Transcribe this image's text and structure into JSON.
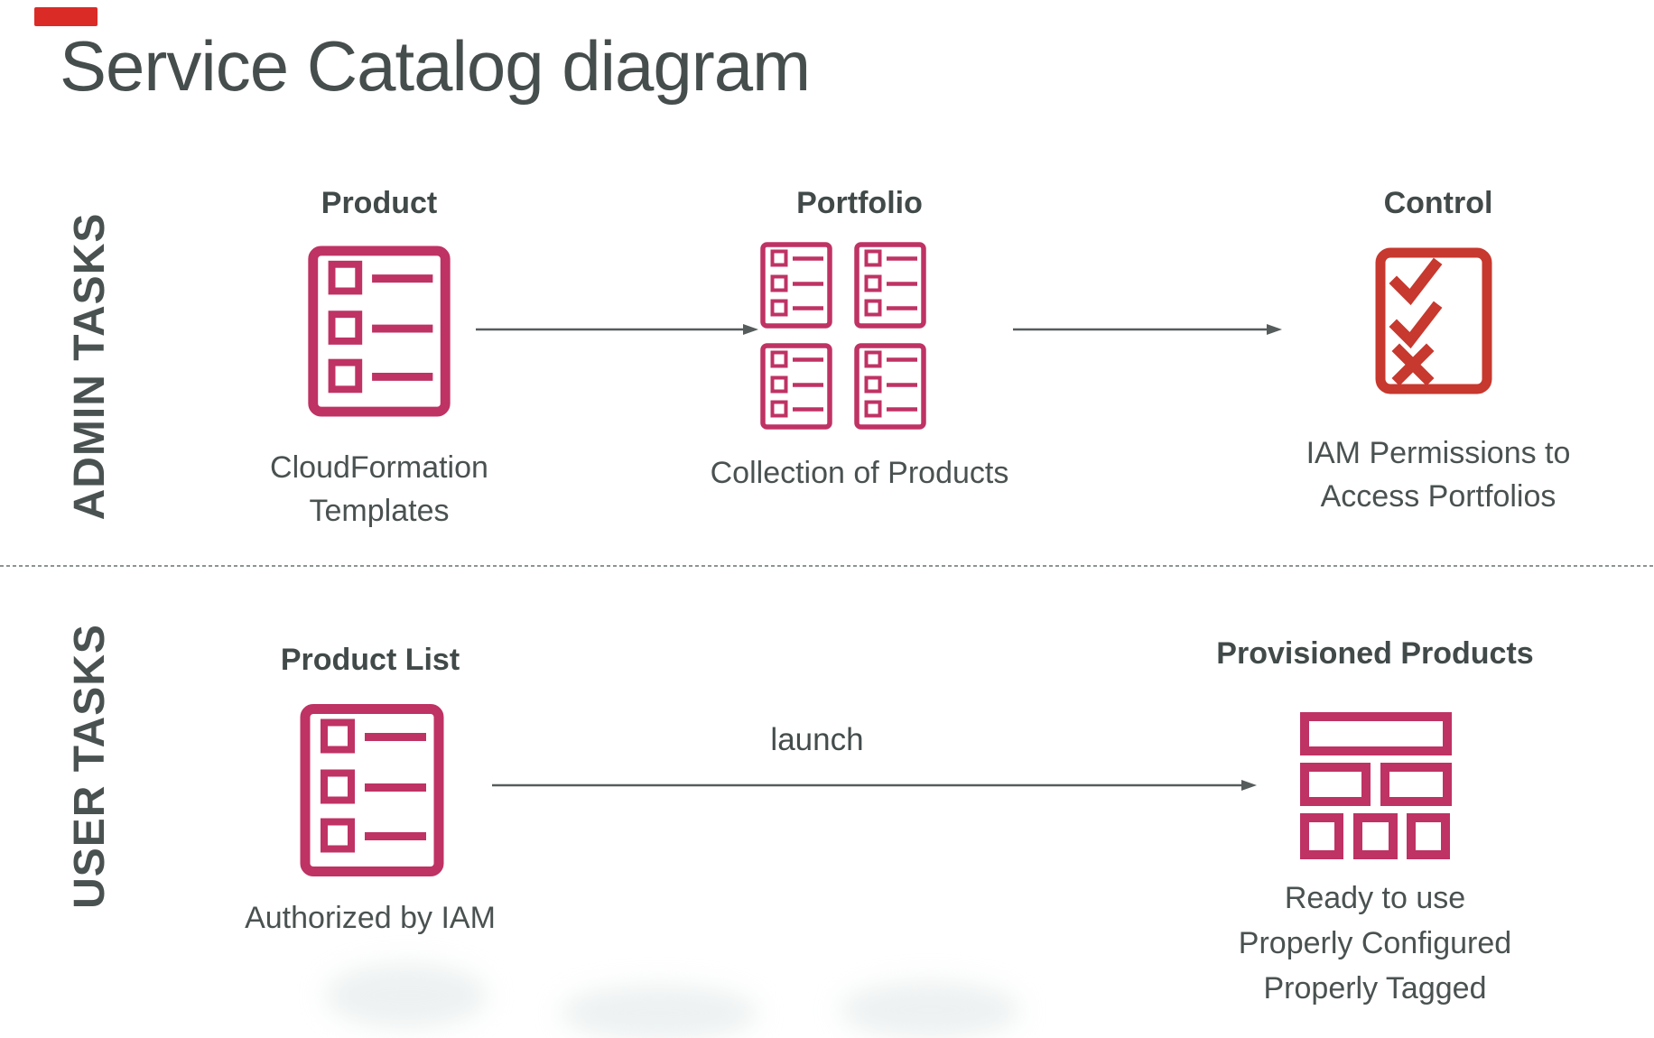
{
  "title": "Service Catalog diagram",
  "rows": {
    "admin": {
      "label": "ADMIN TASKS",
      "items": [
        {
          "heading": "Product",
          "icon": "list-document-icon",
          "caption_lines": [
            "CloudFormation",
            "Templates"
          ]
        },
        {
          "heading": "Portfolio",
          "icon": "portfolio-grid-icon",
          "caption_lines": [
            "Collection of Products"
          ]
        },
        {
          "heading": "Control",
          "icon": "checklist-icon",
          "caption_lines": [
            "IAM Permissions to",
            "Access Portfolios"
          ]
        }
      ]
    },
    "user": {
      "label": "USER TASKS",
      "arrow_label": "launch",
      "items": [
        {
          "heading": "Product List",
          "icon": "list-document-icon",
          "caption_lines": [
            "Authorized by IAM"
          ]
        },
        {
          "heading": "Provisioned Products",
          "icon": "provisioned-stack-icon",
          "caption_lines": [
            "Ready to use",
            "Properly Configured",
            "Properly Tagged"
          ]
        }
      ]
    }
  },
  "colors": {
    "magenta": "#bf3264",
    "red": "#c7382e",
    "text": "#4a5151",
    "title": "#464d4d",
    "arrow": "#565c5c",
    "marker": "#db2b27"
  }
}
